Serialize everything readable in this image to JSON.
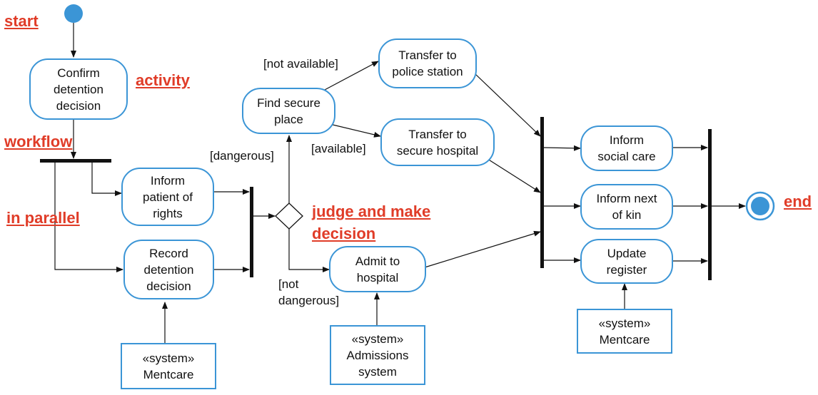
{
  "diagram": {
    "accent_color": "#3b95d6",
    "annotation_color": "#e03c28",
    "annotations": {
      "start": "start",
      "activity": "activity",
      "workflow": "workflow",
      "in_parallel": "in parallel",
      "judge": "judge and make\ndecision",
      "end": "end"
    },
    "activities": {
      "confirm": "Confirm\ndetention\ndecision",
      "inform_rights": "Inform\npatient of\nrights",
      "record": "Record\ndetention\ndecision",
      "find_place": "Find secure\nplace",
      "police": "Transfer to\npolice station",
      "secure_hospital": "Transfer to\nsecure hospital",
      "admit": "Admit to\nhospital",
      "social_care": "Inform\nsocial care",
      "next_of_kin": "Inform next\nof kin",
      "update_register": "Update\nregister"
    },
    "systems": {
      "mentcare_left": "«system»\nMentcare",
      "admissions": "«system»\nAdmissions\nsystem",
      "mentcare_right": "«system»\nMentcare"
    },
    "guards": {
      "not_available": "[not available]",
      "available": "[available]",
      "dangerous": "[dangerous]",
      "not_dangerous": "[not\ndangerous]"
    }
  }
}
